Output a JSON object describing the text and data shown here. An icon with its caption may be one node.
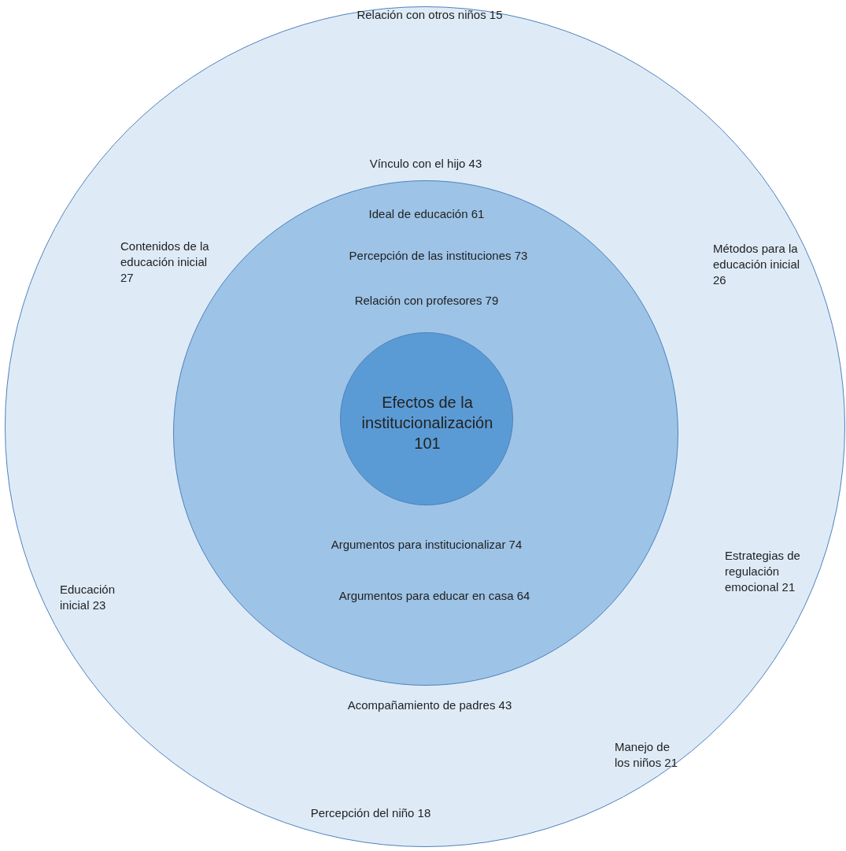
{
  "diagram": {
    "nodes": [
      {
        "text": [
          "Relación con otros niños 15",
          "Vínculo con el hijo 43",
          "Contenidos de la educación inicial 27",
          "Métodos para la educación inicial 26",
          "Estrategias de regulación emocional 21",
          "Educación inicial 23",
          "Acompañamiento de padres 43",
          "Manejo de los niños 21",
          "Percepción del niño 18"
        ]
      },
      {
        "text": [
          "Ideal de educación 61",
          "Percepción de las instituciones 73",
          "Relación con profesores 79",
          "Argumentos para institucionalizar 74",
          "Argumentos para educar en casa 64"
        ],
        "in": 0
      },
      {
        "text": [
          "Efectos de la institucionalización 101"
        ],
        "in": 1
      }
    ]
  }
}
